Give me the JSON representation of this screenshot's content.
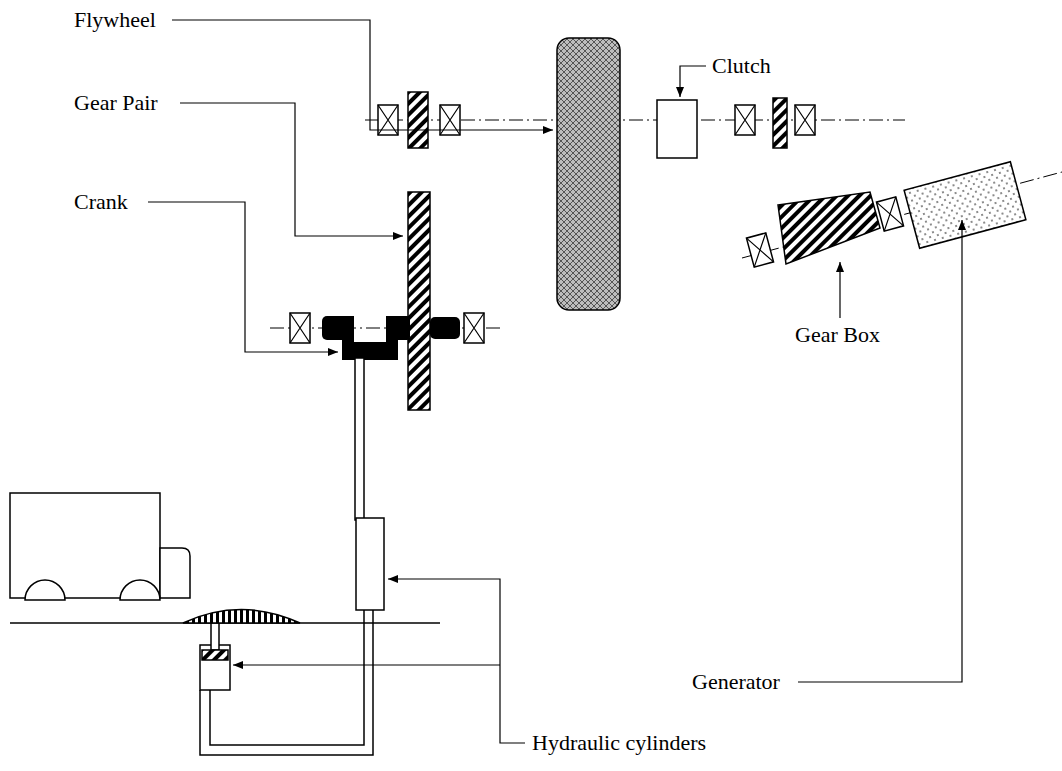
{
  "diagram": {
    "labels": [
      "Flywheel",
      "Gear Pair",
      "Clutch",
      "Crank",
      "Gear Box",
      "Generator",
      "Hydraulic cylinders"
    ]
  }
}
